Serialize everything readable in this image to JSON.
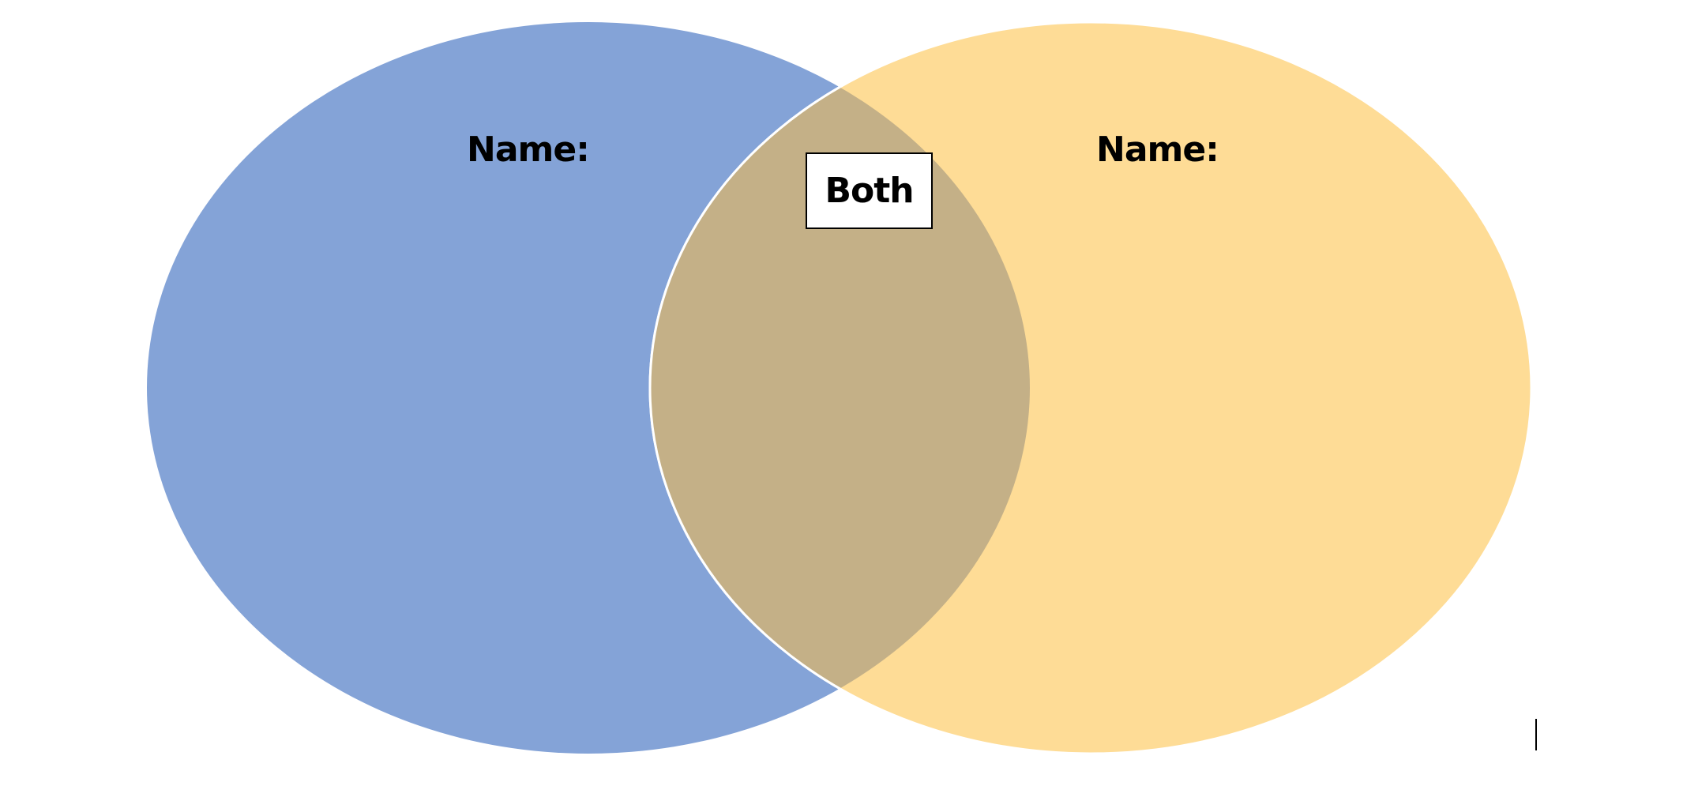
{
  "diagram": {
    "type": "venn",
    "circles": [
      {
        "id": "left",
        "label": "Name:",
        "fill": "#84A3D7"
      },
      {
        "id": "right",
        "label": "Name:",
        "fill": "#FEDC96"
      }
    ],
    "overlap": {
      "label": "Both",
      "fill": "#C4B087"
    },
    "outline_color": "#FFFFFF"
  }
}
